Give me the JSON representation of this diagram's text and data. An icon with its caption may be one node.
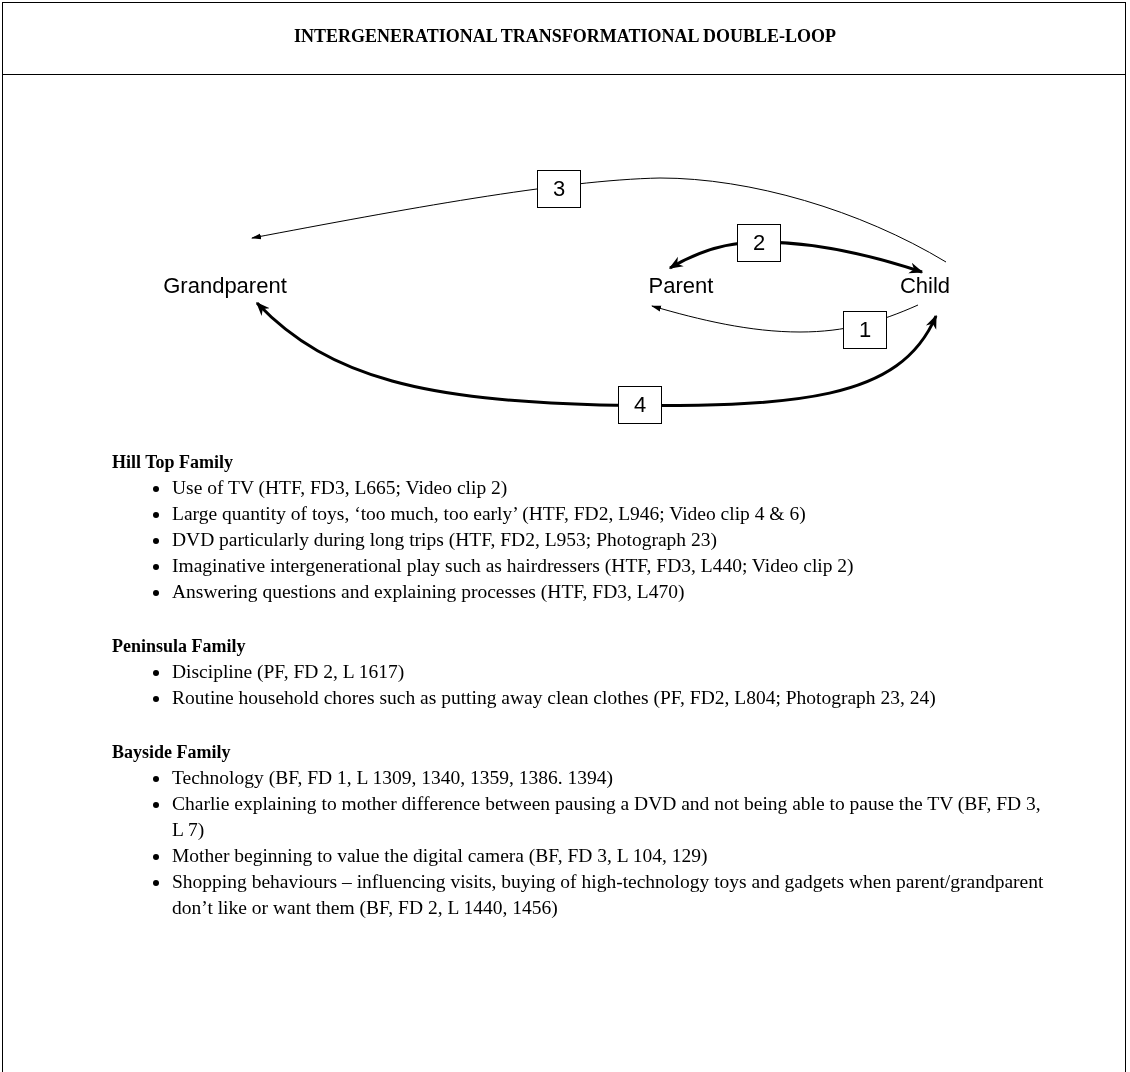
{
  "diagram": {
    "title": "INTERGENERATIONAL TRANSFORMATIONAL DOUBLE-LOOP",
    "nodes": [
      {
        "text": [
          "Grandparent"
        ]
      },
      {
        "text": [
          "Parent"
        ]
      },
      {
        "text": [
          "Child"
        ]
      }
    ],
    "edges": [
      {
        "from": 2,
        "to": 1,
        "arrow": "to",
        "label": "1"
      },
      {
        "from": 1,
        "to": 2,
        "arrow": "both",
        "label": "2",
        "style": "thick"
      },
      {
        "from": 2,
        "to": 0,
        "arrow": "to",
        "label": "3"
      },
      {
        "from": 0,
        "to": 2,
        "arrow": "both",
        "label": "4",
        "style": "thick"
      }
    ],
    "labels": [
      "Hill Top Family",
      "Use of TV (HTF, FD3, L665; Video clip 2)",
      "Large quantity of toys, ‘too much, too early’ (HTF, FD2, L946; Video clip 4 & 6)",
      "DVD particularly during long trips (HTF, FD2, L953; Photograph 23)",
      "Imaginative intergenerational play such as hairdressers (HTF, FD3, L440; Video clip 2)",
      "Answering questions and explaining processes (HTF, FD3, L470)",
      "Peninsula Family",
      "Discipline (PF, FD 2, L 1617)",
      "Routine household chores such as putting away clean clothes (PF, FD2, L804; Photograph 23, 24)",
      "Bayside Family",
      "Technology (BF, FD 1, L 1309, 1340, 1359, 1386. 1394)",
      "Charlie explaining to mother difference between pausing a DVD and not being able to pause the TV (BF, FD 3, L 7)",
      "Mother beginning to value the digital camera (BF, FD 3, L 104, 129)",
      "Shopping behaviours – influencing visits, buying of high-technology toys and gadgets when parent/grandparent don’t like or want them (BF, FD 2, L 1440, 1456)"
    ]
  }
}
